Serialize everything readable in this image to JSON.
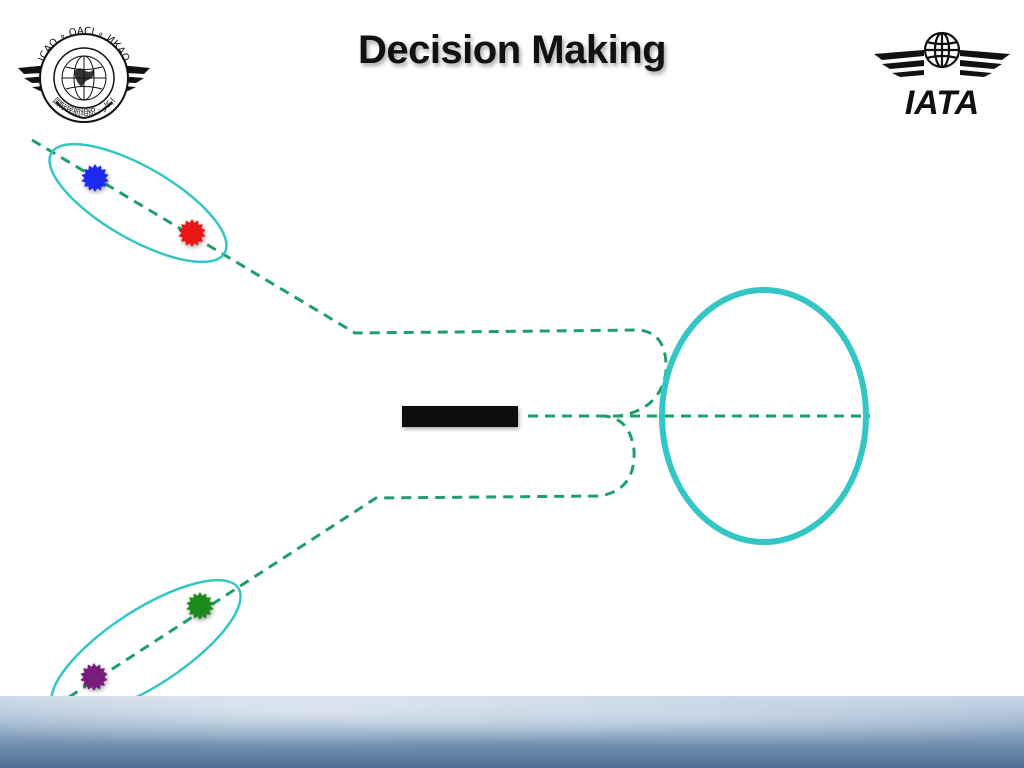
{
  "slide": {
    "title": "Decision Making"
  },
  "logos": {
    "icao": {
      "ring_text_top": "ICAO ∘ OACI ∘ ИКАО",
      "ring_text_bottom": "国际民航组织 · ايكاو"
    },
    "iata": {
      "wordmark": "IATA"
    }
  },
  "diagram": {
    "colors": {
      "path": "#1f9e6a",
      "ellipse": "#34c6c6",
      "bar": "#111111"
    },
    "nodes": [
      {
        "name": "blue-node",
        "color": "#1e2cf0"
      },
      {
        "name": "red-node",
        "color": "#e81818"
      },
      {
        "name": "green-node",
        "color": "#1d8a1d"
      },
      {
        "name": "purple-node",
        "color": "#7a1a7e"
      }
    ]
  }
}
